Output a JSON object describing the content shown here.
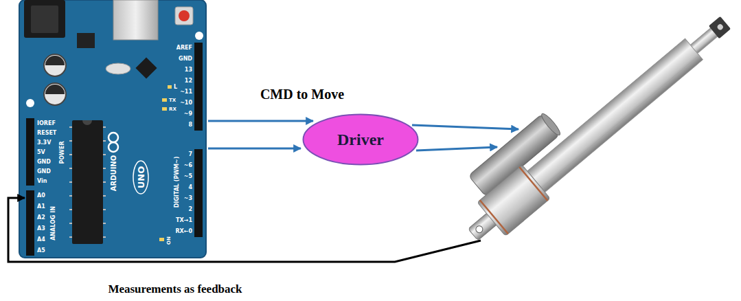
{
  "diagram": {
    "nodes": [
      {
        "text": [
          "Driver"
        ]
      }
    ],
    "labels": [
      "CMD to Move",
      "AREF",
      "GND",
      "13",
      "12",
      "~11",
      "~10",
      "~9",
      "8",
      "7",
      "~6",
      "~5",
      "4",
      "~3",
      "2",
      "TX→1",
      "RX←0",
      "DIGITAL (PWM~)",
      "IOREF",
      "RESET",
      "3.3V",
      "5V",
      "GND",
      "GND",
      "Vin",
      "POWER",
      "A0",
      "A1",
      "A2",
      "A3",
      "A4",
      "A5",
      "ANALOG IN",
      "ARDUINO",
      "UNO",
      "ON",
      "L",
      "TX",
      "RX",
      "Measurements as feedback"
    ]
  }
}
